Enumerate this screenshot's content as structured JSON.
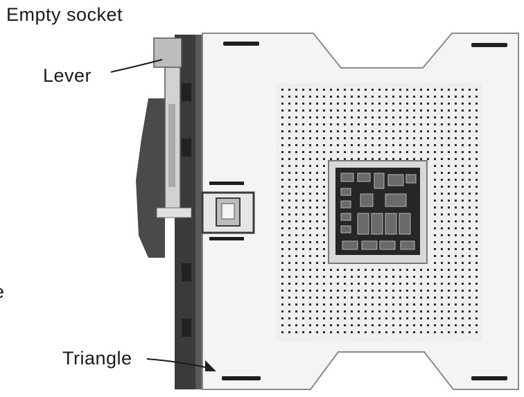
{
  "title": "Empty socket",
  "callouts": {
    "lever": "Lever",
    "triangle": "Triangle"
  },
  "edge_fragment": "e",
  "colors": {
    "plate": "#f4f4f4",
    "plate_edge": "#8a8a8a",
    "frame_dark": "#3a3a3a",
    "lever_metal": "#cfcfcf",
    "pin_dot": "#2b2b2b",
    "die_dark": "#262626",
    "text": "#1a1a1a"
  },
  "icons": {
    "pin_grid": "pin-grid-icon",
    "latch": "latch-clip-icon",
    "triangle_mark": "triangle-marker-icon"
  }
}
